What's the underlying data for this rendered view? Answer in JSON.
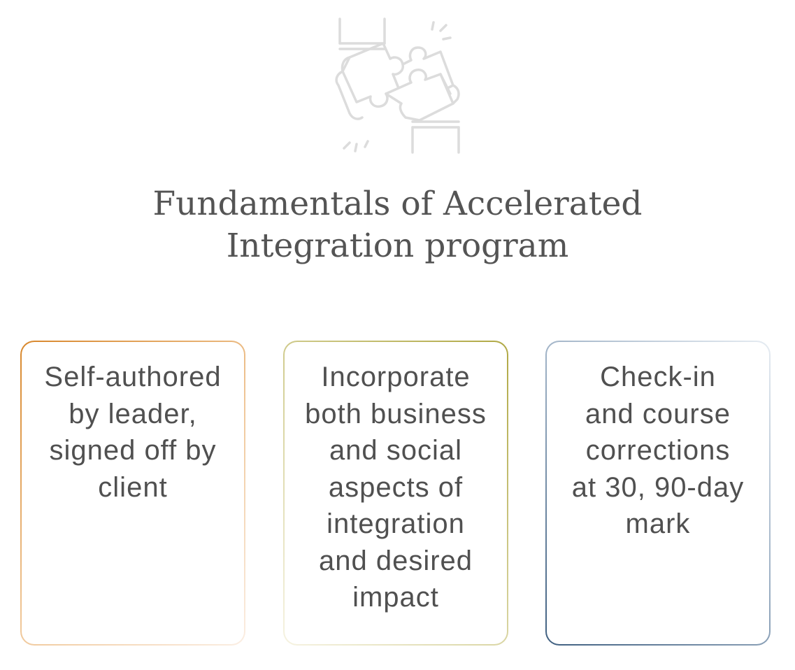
{
  "icon": "puzzle-hands-icon",
  "title": {
    "line1": "Fundamentals of Accelerated",
    "line2": "Integration program"
  },
  "cards": [
    {
      "lines": [
        "Self-authored",
        "by leader,",
        "signed off by",
        "client"
      ],
      "border_colors": [
        "#d8872b",
        "#fbeee3"
      ]
    },
    {
      "lines": [
        "Incorporate",
        "both business",
        "and social",
        "aspects of",
        "integration",
        "and desired",
        "impact"
      ],
      "border_colors": [
        "#b0a844",
        "#f6f3e2"
      ]
    },
    {
      "lines": [
        "Check-in",
        "and course",
        "corrections",
        "at 30, 90-day",
        "mark"
      ],
      "border_colors": [
        "#3f5f80",
        "#e6ecf2"
      ]
    }
  ],
  "colors": {
    "icon_stroke": "#dcdcdc",
    "title_text": "#545454",
    "card_text": "#505050"
  }
}
